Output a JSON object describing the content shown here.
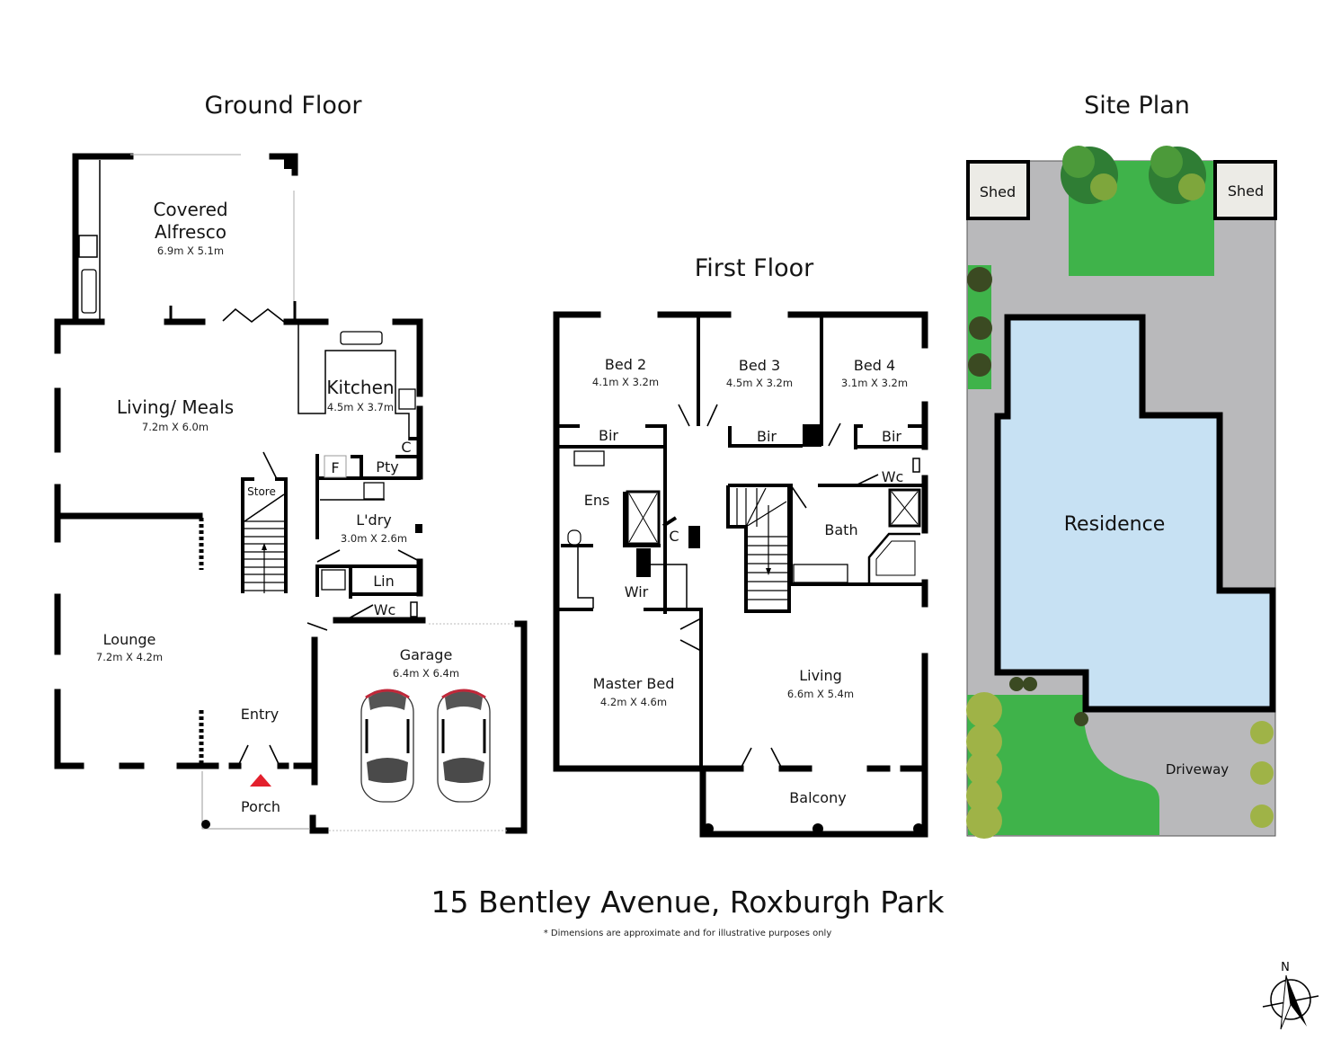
{
  "document": {
    "address": "15 Bentley Avenue, Roxburgh Park",
    "disclaimer": "* Dimensions are approximate and for illustrative purposes only",
    "compass_label": "N"
  },
  "ground_floor": {
    "title": "Ground Floor",
    "rooms": {
      "alfresco": {
        "name_line1": "Covered",
        "name_line2": "Alfresco",
        "dims": "6.9m X 5.1m"
      },
      "living_meals": {
        "name": "Living/ Meals",
        "dims": "7.2m X 6.0m"
      },
      "kitchen": {
        "name": "Kitchen",
        "dims": "4.5m X 3.7m"
      },
      "cupboard": {
        "name": "C"
      },
      "fridge": {
        "name": "F"
      },
      "pantry": {
        "name": "Pty"
      },
      "store": {
        "name": "Store"
      },
      "laundry": {
        "name": "L'dry",
        "dims": "3.0m X 2.6m"
      },
      "linen": {
        "name": "Lin"
      },
      "wc": {
        "name": "Wc"
      },
      "lounge": {
        "name": "Lounge",
        "dims": "7.2m X 4.2m"
      },
      "entry": {
        "name": "Entry"
      },
      "porch": {
        "name": "Porch"
      },
      "garage": {
        "name": "Garage",
        "dims": "6.4m X 6.4m"
      }
    }
  },
  "first_floor": {
    "title": "First Floor",
    "rooms": {
      "bed2": {
        "name": "Bed 2",
        "dims": "4.1m X 3.2m"
      },
      "bed3": {
        "name": "Bed 3",
        "dims": "4.5m X 3.2m"
      },
      "bed4": {
        "name": "Bed 4",
        "dims": "3.1m X 3.2m"
      },
      "bir2": {
        "name": "Bir"
      },
      "bir3": {
        "name": "Bir"
      },
      "bir4": {
        "name": "Bir"
      },
      "wc": {
        "name": "Wc"
      },
      "ens": {
        "name": "Ens"
      },
      "cupboard": {
        "name": "C"
      },
      "wir": {
        "name": "Wir"
      },
      "bath": {
        "name": "Bath"
      },
      "master": {
        "name": "Master Bed",
        "dims": "4.2m X 4.6m"
      },
      "living": {
        "name": "Living",
        "dims": "6.6m X 5.4m"
      },
      "balcony": {
        "name": "Balcony"
      }
    }
  },
  "site_plan": {
    "title": "Site Plan",
    "labels": {
      "shed_left": "Shed",
      "shed_right": "Shed",
      "residence": "Residence",
      "driveway": "Driveway"
    },
    "colors": {
      "lot": "#b9b9bb",
      "lawn": "#3fb34a",
      "residence": "#c7e1f3",
      "shed": "#ecebe6"
    }
  }
}
